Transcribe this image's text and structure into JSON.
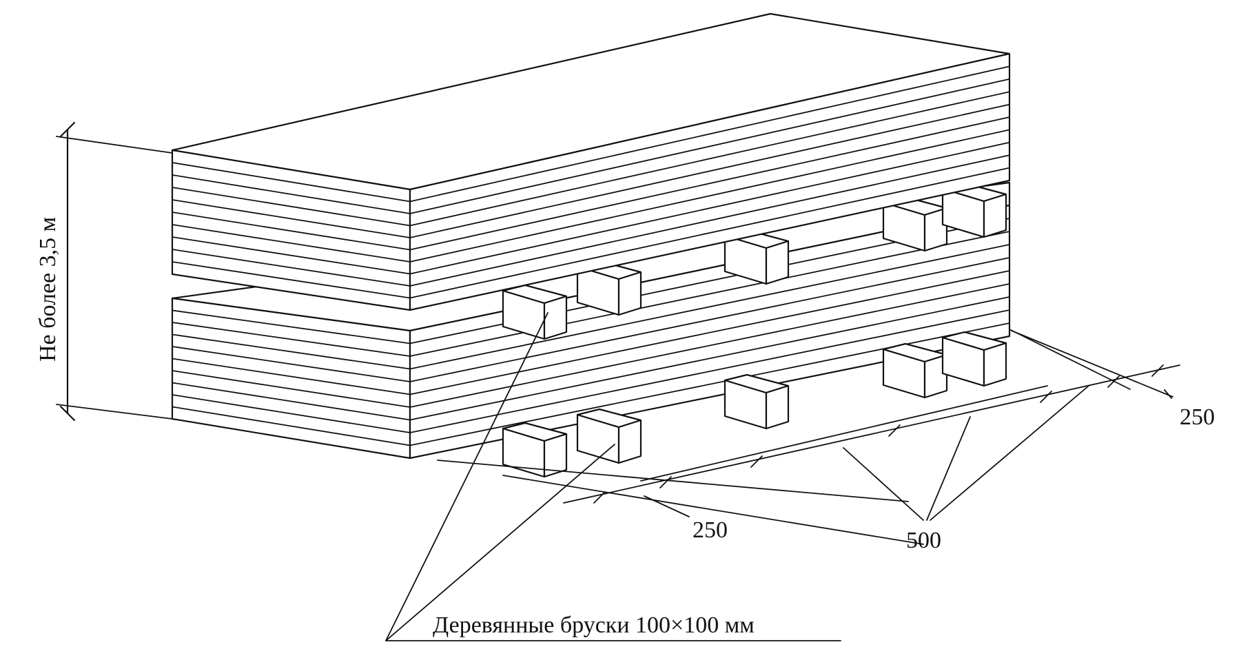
{
  "labels": {
    "height": "Не более 3,5 м",
    "spacing_left": "250",
    "spacing_right": "250",
    "spacing_middle": "500",
    "bars": "Деревянные бруски 100×100 мм"
  }
}
